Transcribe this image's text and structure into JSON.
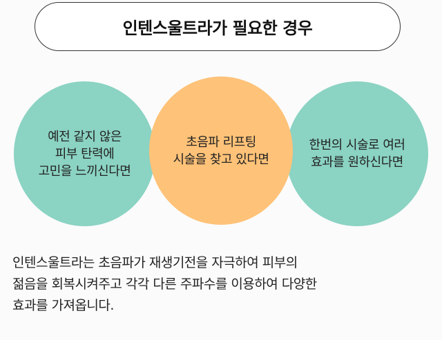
{
  "header": {
    "title": "인텐스울트라가 필요한 경우"
  },
  "circles": [
    {
      "lines": [
        "예전 같지 않은",
        "피부 탄력에",
        "고민을 느끼신다면"
      ],
      "color": "#8bd3c3"
    },
    {
      "lines": [
        "초음파 리프팅",
        "시술을 찾고 있다면"
      ],
      "color": "#fec278"
    },
    {
      "lines": [
        "한번의 시술로 여러",
        "효과를 원하신다면"
      ],
      "color": "#8bd3c3"
    }
  ],
  "description": {
    "lines": [
      "인텐스울트라는 초음파가 재생기전을 자극하여 피부의",
      "젊음을 회복시켜주고 각각 다른 주파수를 이용하여 다양한",
      "효과를 가져옵니다."
    ]
  }
}
